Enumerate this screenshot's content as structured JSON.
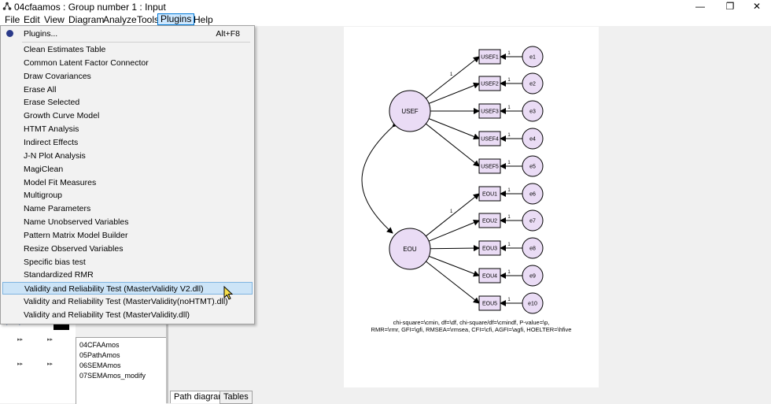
{
  "window": {
    "title": "04cfaamos : Group number 1 : Input",
    "minimize": "—",
    "restore": "❐",
    "close": "✕"
  },
  "menu": [
    "File",
    "Edit",
    "View",
    "Diagram",
    "Analyze",
    "Tools",
    "Plugins",
    "Help"
  ],
  "plugins_menu": {
    "plugins_item": {
      "label": "Plugins...",
      "shortcut": "Alt+F8"
    },
    "items": [
      "Clean Estimates Table",
      "Common Latent Factor Connector",
      "Draw Covariances",
      "Erase All",
      "Erase Selected",
      "Growth Curve Model",
      "HTMT Analysis",
      "Indirect Effects",
      "J-N Plot Analysis",
      "MagiClean",
      "Model Fit Measures",
      "Multigroup",
      "Name Parameters",
      "Name Unobserved Variables",
      "Pattern Matrix Model Builder",
      "Resize Observed Variables",
      "Specific bias test",
      "Standardized RMR",
      "Validity and Reliability Test (MasterValidity V2.dll)",
      "Validity and Reliability Test (MasterValidity(noHTMT).dll)",
      "Validity and Reliability Test (MasterValidity.dll)"
    ],
    "selected_index": 18
  },
  "files": [
    "04CFAAmos",
    "05PathAmos",
    "06SEMAmos",
    "07SEMAmos_modify"
  ],
  "tabs": [
    "Path diagram",
    "Tables"
  ],
  "diagram": {
    "latent": [
      "USEF",
      "EOU"
    ],
    "observed": [
      "USEF1",
      "USEF2",
      "USEF3",
      "USEF4",
      "USEF5",
      "EOU1",
      "EOU2",
      "EOU3",
      "EOU4",
      "EOU5"
    ],
    "errors": [
      "e1",
      "e2",
      "e3",
      "e4",
      "e5",
      "e6",
      "e7",
      "e8",
      "e9",
      "e10"
    ],
    "loading_label": "1",
    "fit_text_line1": "chi-square=\\cmin, df=\\df, chi-square/df=\\cmindf, P-value=\\p,",
    "fit_text_line2": "RMR=\\rmr, GFI=\\gfi, RMSEA=\\rmsea, CFI=\\cfi, AGFI=\\agfi, HOELTER=\\hfive"
  },
  "colors": {
    "latent_fill": "#eadcf5",
    "observed_fill": "#eadcf5",
    "selected": "#cce4f7",
    "menu_active": "#cde8ff"
  }
}
